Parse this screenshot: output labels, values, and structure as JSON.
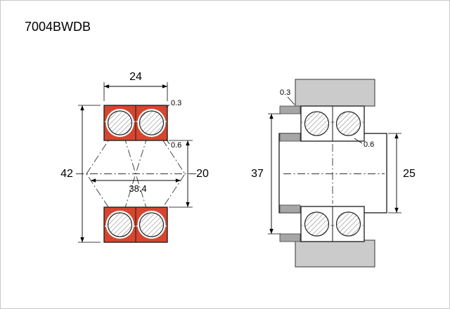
{
  "title": "7004BWDB",
  "colors": {
    "ring_red": "#d6452f",
    "housing_gray": "#cbcbcb",
    "spacer_gray": "#a6a6a6"
  },
  "left_view": {
    "width": "24",
    "outer_chamfer": "0.3",
    "inner_chamfer": "0.6",
    "outer_diameter": "42",
    "bore_diameter": "20",
    "groove_diameter": "38.4"
  },
  "right_view": {
    "housing_chamfer": "0.3",
    "housing_shoulder": "37",
    "shaft_chamfer": "0.6",
    "shaft_shoulder": "25"
  }
}
